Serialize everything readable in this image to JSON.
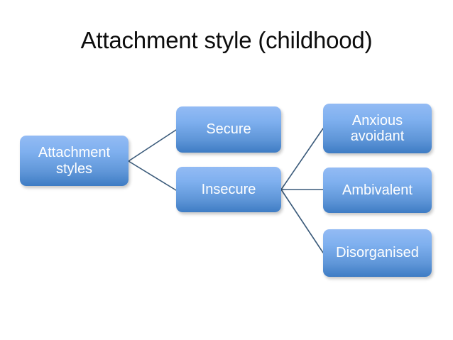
{
  "slide": {
    "title": "Attachment style (childhood)",
    "background_color": "#ffffff",
    "title_color": "#0d0d0d"
  },
  "theme": {
    "node_gradient_top": "#93bbf4",
    "node_gradient_bottom": "#3e7cc4",
    "node_text_color": "#ffffff",
    "connector_color": "#3a5a7a"
  },
  "diagram": {
    "nodes": {
      "root": {
        "label": "Attachment styles"
      },
      "secure": {
        "label": "Secure"
      },
      "insecure": {
        "label": "Insecure"
      },
      "anxious_avoidant": {
        "label": "Anxious avoidant"
      },
      "ambivalent": {
        "label": "Ambivalent"
      },
      "disorganised": {
        "label": "Disorganised"
      }
    },
    "edges": [
      {
        "from": "root",
        "to": "secure"
      },
      {
        "from": "root",
        "to": "insecure"
      },
      {
        "from": "insecure",
        "to": "anxious_avoidant"
      },
      {
        "from": "insecure",
        "to": "ambivalent"
      },
      {
        "from": "insecure",
        "to": "disorganised"
      }
    ]
  }
}
